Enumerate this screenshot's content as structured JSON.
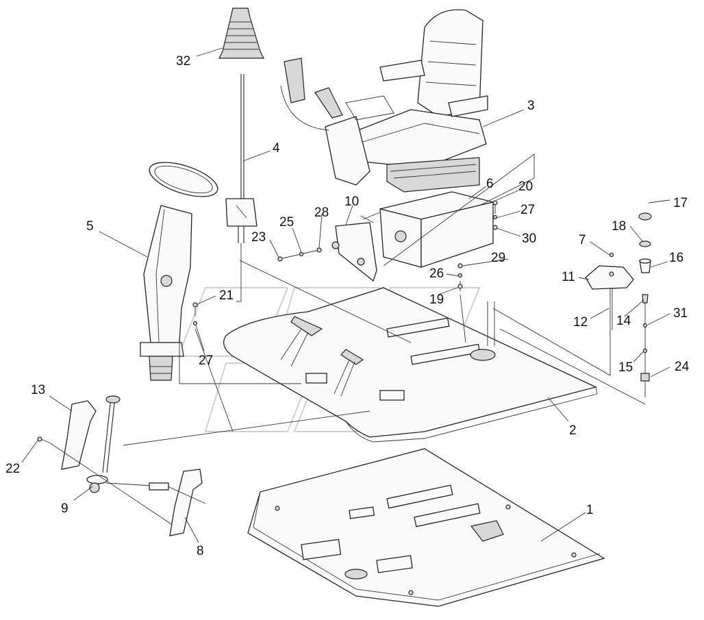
{
  "callouts": [
    {
      "id": "c32",
      "text": "32"
    },
    {
      "id": "c3",
      "text": "3"
    },
    {
      "id": "c4",
      "text": "4"
    },
    {
      "id": "c20",
      "text": "20"
    },
    {
      "id": "c6",
      "text": "6"
    },
    {
      "id": "c17",
      "text": "17"
    },
    {
      "id": "c27a",
      "text": "27"
    },
    {
      "id": "c10",
      "text": "10"
    },
    {
      "id": "c28",
      "text": "28"
    },
    {
      "id": "c25",
      "text": "25"
    },
    {
      "id": "c18",
      "text": "18"
    },
    {
      "id": "c5",
      "text": "5"
    },
    {
      "id": "c30",
      "text": "30"
    },
    {
      "id": "c23",
      "text": "23"
    },
    {
      "id": "c7",
      "text": "7"
    },
    {
      "id": "c16",
      "text": "16"
    },
    {
      "id": "c29",
      "text": "29"
    },
    {
      "id": "c26",
      "text": "26"
    },
    {
      "id": "c11",
      "text": "11"
    },
    {
      "id": "c21",
      "text": "21"
    },
    {
      "id": "c19",
      "text": "19"
    },
    {
      "id": "c12",
      "text": "12"
    },
    {
      "id": "c14",
      "text": "14"
    },
    {
      "id": "c31",
      "text": "31"
    },
    {
      "id": "c27b",
      "text": "27"
    },
    {
      "id": "c15",
      "text": "15"
    },
    {
      "id": "c24",
      "text": "24"
    },
    {
      "id": "c13",
      "text": "13"
    },
    {
      "id": "c2",
      "text": "2"
    },
    {
      "id": "c22",
      "text": "22"
    },
    {
      "id": "c1",
      "text": "1"
    },
    {
      "id": "c9",
      "text": "9"
    },
    {
      "id": "c8",
      "text": "8"
    }
  ]
}
